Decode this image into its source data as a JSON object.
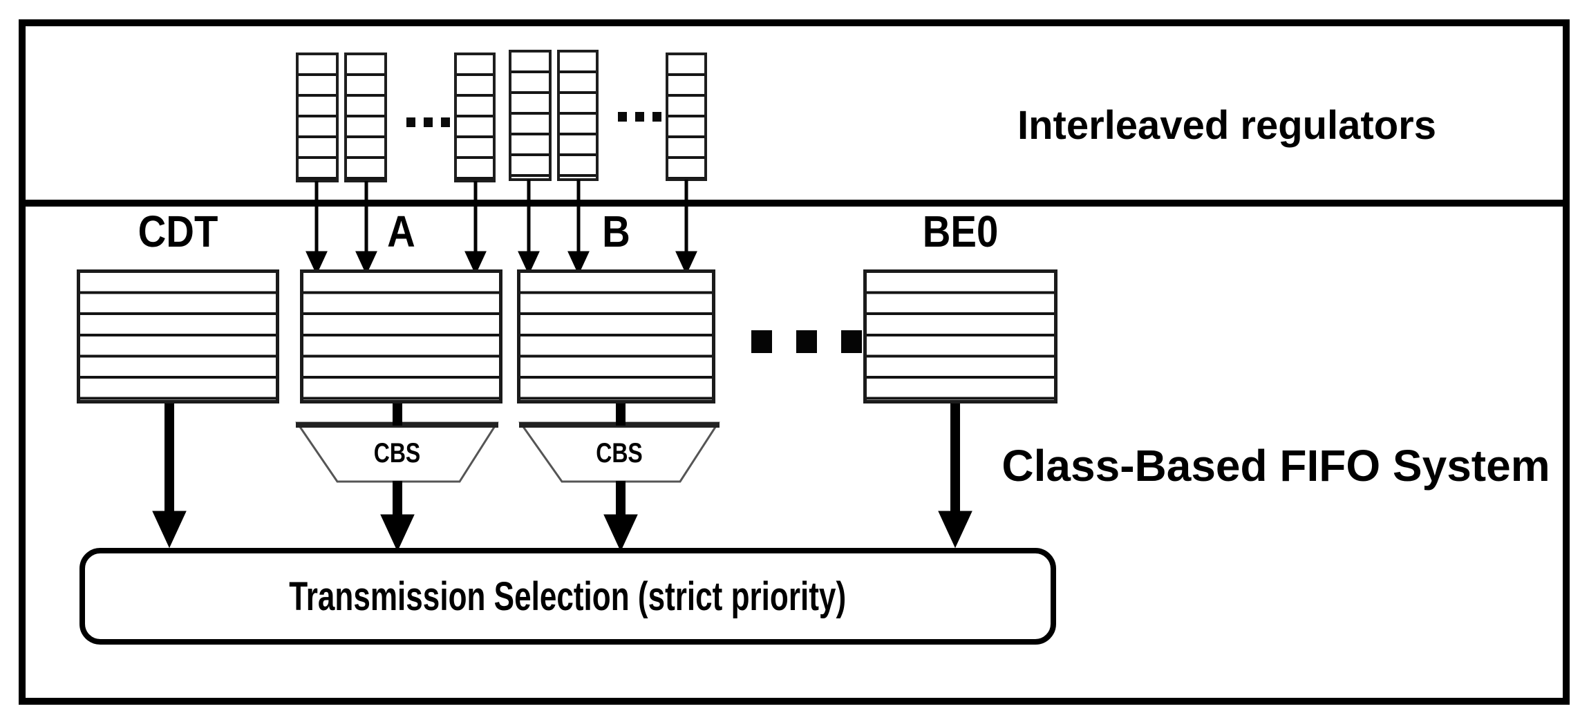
{
  "sections": {
    "top_label": "Interleaved regulators",
    "bottom_label": "Class-Based FIFO System"
  },
  "queues": [
    {
      "label": "CDT"
    },
    {
      "label": "A"
    },
    {
      "label": "B"
    },
    {
      "label": "BE0"
    }
  ],
  "shaper_label": "CBS",
  "transmission_label": "Transmission Selection (strict priority)"
}
